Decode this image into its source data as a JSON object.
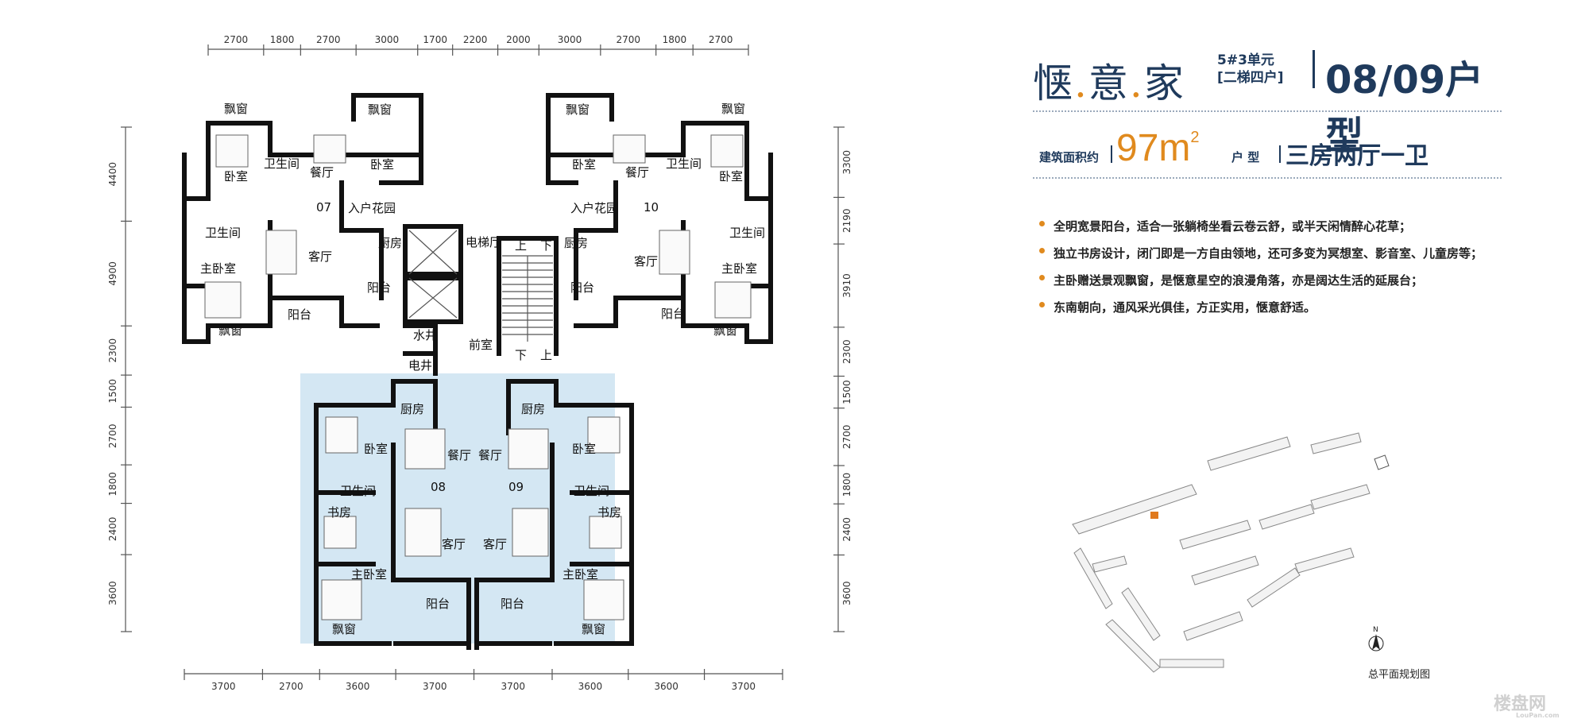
{
  "header": {
    "brand_part1": "惬",
    "brand_part2": "意",
    "brand_part3": "家",
    "brand_dot": ".",
    "unit_line1": "5#3单元",
    "unit_line2": "[二梯四户]",
    "unit_type": "08/09户型"
  },
  "specs": {
    "area_label": "建筑面积约",
    "area_value": "97m",
    "area_unit_sup": "2",
    "type_label": "户 型",
    "type_value": "三房两厅一卫"
  },
  "features": [
    "全明宽景阳台，适合一张躺椅坐看云卷云舒，或半天闲情醉心花草；",
    "独立书房设计，闭门即是一方自由领地，还可多变为冥想室、影音室、儿童房等；",
    "主卧赠送景观飘窗，是惬意星空的浪漫角落，亦是阔达生活的延展台；",
    "东南朝向，通风采光俱佳，方正实用，惬意舒适。"
  ],
  "floorplan": {
    "top_dims": [
      "2700",
      "1800",
      "2700",
      "3000",
      "1700",
      "2200",
      "2000",
      "3000",
      "2700",
      "1800",
      "2700"
    ],
    "bottom_dims": [
      "3700",
      "2700",
      "3600",
      "3700",
      "3700",
      "3600",
      "3600",
      "3700"
    ],
    "left_dims": [
      "4400",
      "4900",
      "2300",
      "1500",
      "2700",
      "1800",
      "2400",
      "3600"
    ],
    "right_dims": [
      "3300",
      "2190",
      "3910",
      "2300",
      "1500",
      "2700",
      "1800",
      "2400",
      "3600"
    ],
    "unit_numbers": [
      "07",
      "10",
      "08",
      "09"
    ],
    "rooms": {
      "bay_window": "飘窗",
      "bedroom": "卧室",
      "bathroom": "卫生间",
      "dining": "餐厅",
      "entry_garden": "入户花园",
      "kitchen": "厨房",
      "living": "客厅",
      "balcony": "阳台",
      "master": "主卧室",
      "elevator_hall": "电梯厅",
      "water_well": "水井",
      "electric_well": "电井",
      "front_room": "前室",
      "study": "书房",
      "up": "上",
      "down": "下"
    }
  },
  "siteplan": {
    "caption": "总平面规划图",
    "north": "N"
  },
  "watermark": {
    "text": "楼盘网",
    "sub": "LouPan.com"
  }
}
